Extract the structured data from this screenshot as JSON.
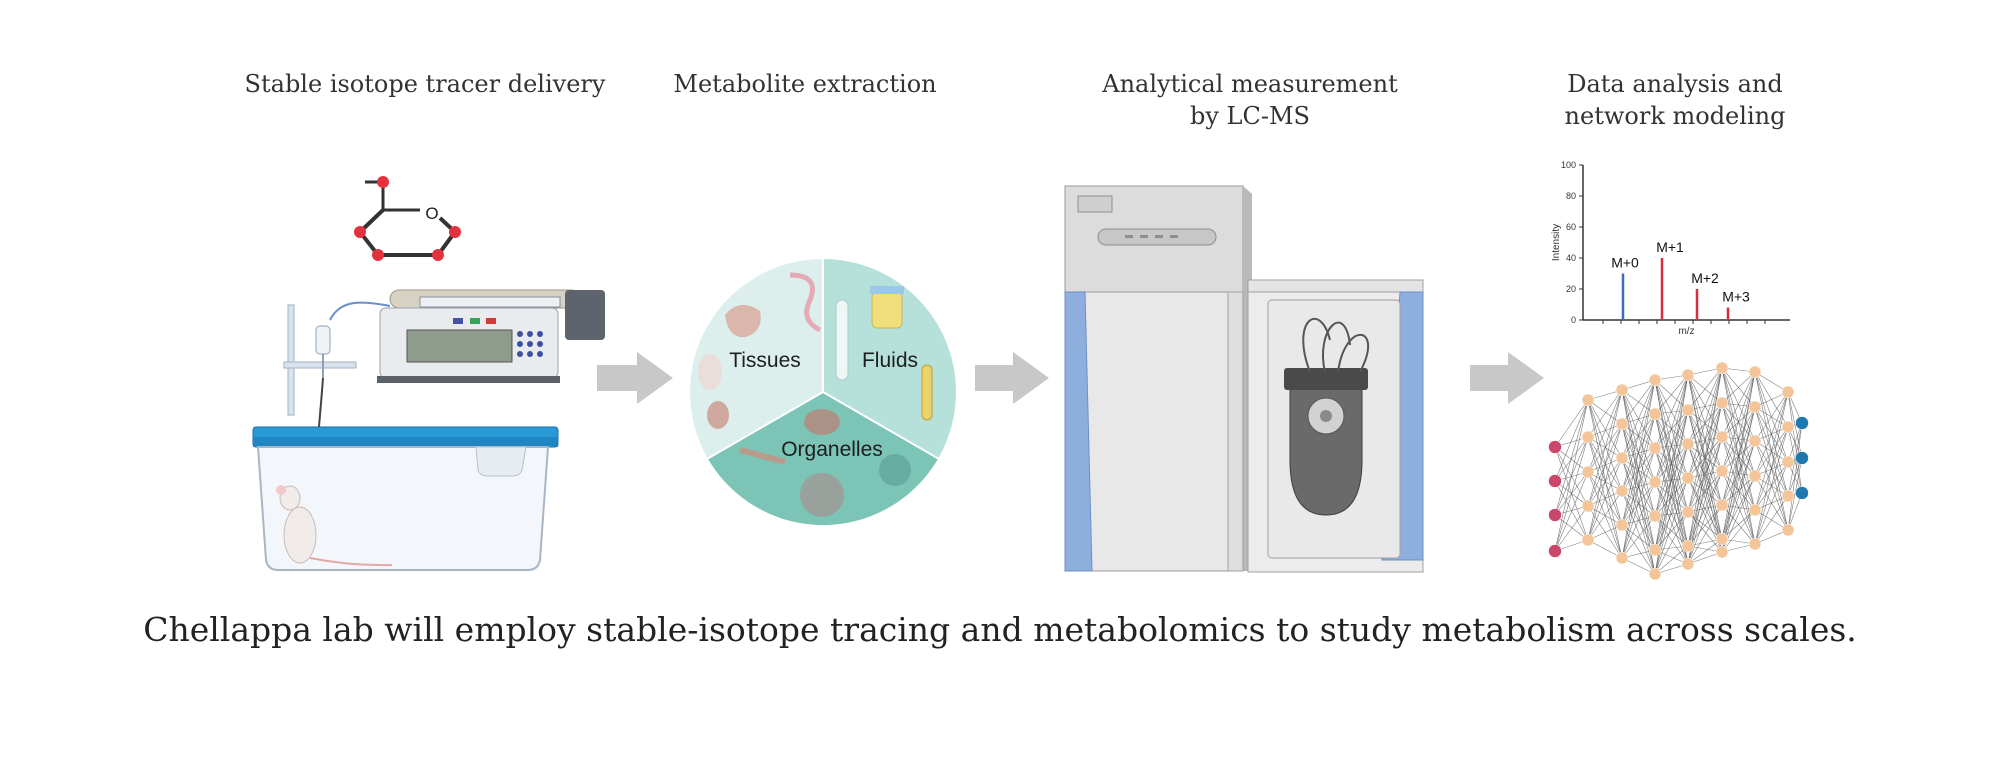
{
  "stages": [
    {
      "title": "Stable isotope tracer delivery"
    },
    {
      "title": "Metabolite extraction"
    },
    {
      "title_line1": "Analytical measurement",
      "title_line2": "by LC-MS"
    },
    {
      "title_line1": "Data analysis and",
      "title_line2": "network modeling"
    }
  ],
  "molecule": {
    "ring_atom_label": "O"
  },
  "pie": {
    "segments": [
      {
        "label": "Tissues",
        "color": "#dcefec"
      },
      {
        "label": "Fluids",
        "color": "#b6e0da"
      },
      {
        "label": "Organelles",
        "color": "#7bc4b6"
      }
    ]
  },
  "chart_data": {
    "type": "bar",
    "ylabel": "Intensity",
    "xlabel": "m/z",
    "ylim": [
      0,
      100
    ],
    "yticks": [
      0,
      20,
      40,
      60,
      80,
      100
    ],
    "categories": [
      "M+0",
      "M+1",
      "M+2",
      "M+3"
    ],
    "values": [
      30,
      40,
      20,
      8
    ],
    "colors": [
      "#3a6fb5",
      "#d62e3c",
      "#d62e3c",
      "#d62e3c"
    ]
  },
  "network": {
    "colors": {
      "input": "#c9476b",
      "hidden": "#f3c598",
      "output": "#1f78ad"
    }
  },
  "colors": {
    "arrow": "#c8c8c8",
    "cage_lid": "#2a9ad6",
    "lcms_blue": "#8eaede"
  },
  "caption": "Chellappa lab will employ stable-isotope tracing and metabolomics to study metabolism across scales."
}
